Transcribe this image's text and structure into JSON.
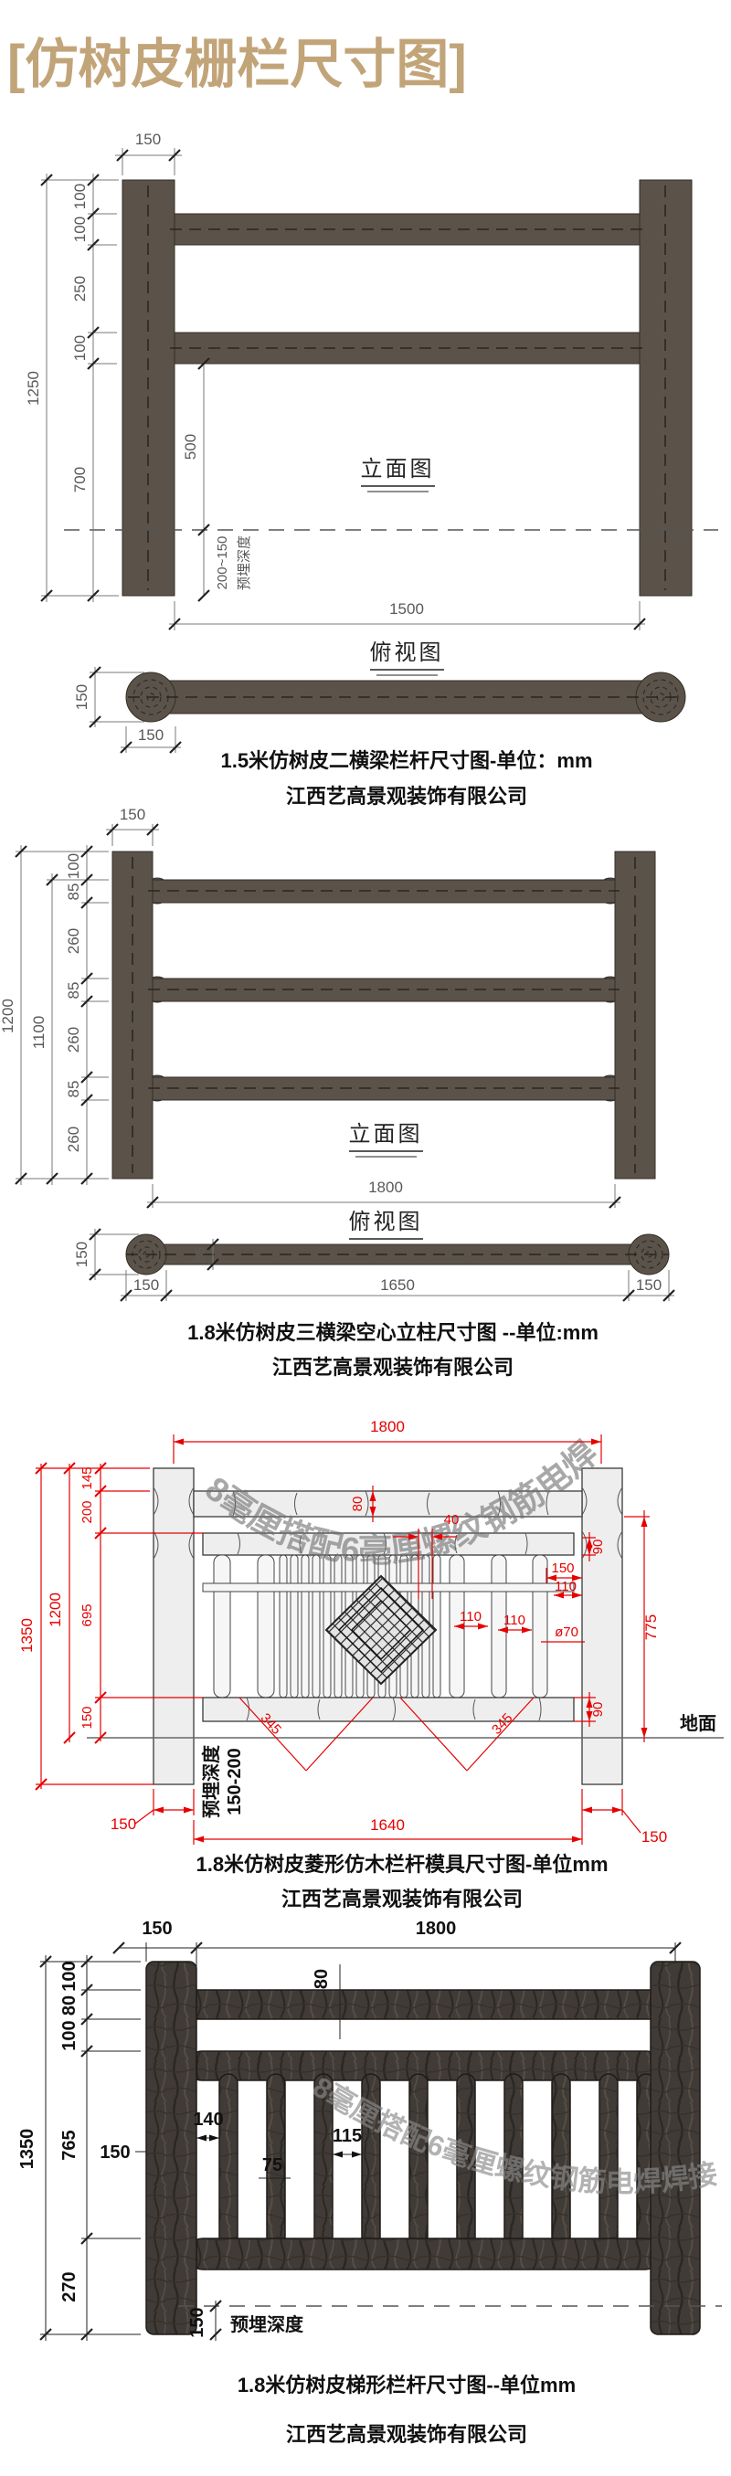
{
  "title": "[仿树皮栅栏尺寸图]",
  "company": "江西艺高景观装饰有限公司",
  "watermark": "8毫厘搭配6毫厘螺纹钢筋电焊焊接",
  "labels": {
    "elevation": "立面图",
    "plan": "俯视图",
    "ground": "地面",
    "embed": "预埋深度"
  },
  "d1": {
    "caption": "1.5米仿树皮二横梁栏杆尺寸图-单位：mm",
    "dims": {
      "post_w": "150",
      "total_h": "1250",
      "seg1": "100",
      "seg2": "100",
      "seg3": "250",
      "seg4": "100",
      "seg5": "700",
      "to_ground": "500",
      "embed_range": "200~150",
      "span": "1500",
      "plan_d": "150",
      "plan_w": "150"
    }
  },
  "d2": {
    "caption": "1.8米仿树皮三横梁空心立柱尺寸图 --单位:mm",
    "dims": {
      "post_w": "150",
      "total_h": "1200",
      "inner_h": "1100",
      "seg1": "100",
      "seg2": "85",
      "seg3": "260",
      "seg4": "85",
      "seg5": "260",
      "seg6": "85",
      "seg7": "260",
      "span": "1800",
      "plan_d": "150",
      "rail_w": "85",
      "end_l": "150",
      "mid": "1650",
      "end_r": "150"
    }
  },
  "d3": {
    "caption": "1.8米仿树皮菱形仿木栏杆模具尺寸图-单位mm",
    "dims": {
      "span_top": "1800",
      "seg1": "145",
      "seg2": "200",
      "seg3": "695",
      "seg4": "150",
      "total_h": "1350",
      "inner_h": "1200",
      "right_h": "775",
      "rail_h": "80",
      "gap40": "40",
      "r90_top": "90",
      "r90_bot": "90",
      "d150": "150",
      "d110a": "110",
      "d110b": "110",
      "d110c": "110",
      "dia70": "ø70",
      "brace_l": "345",
      "brace_r": "345",
      "bottom_l": "150",
      "span_bottom": "1640",
      "bottom_r": "150",
      "embed_range": "150-200"
    }
  },
  "d4": {
    "caption": "1.8米仿树皮梯形栏杆尺寸图--单位mm",
    "dims": {
      "post_w_top": "150",
      "span": "1800",
      "seg1": "100",
      "seg2": "80",
      "seg3": "100",
      "seg4": "765",
      "seg5": "270",
      "total_h": "1350",
      "post_w": "150",
      "rail_h": "80",
      "gap140": "140",
      "gap115": "115",
      "bar_w": "75",
      "embed_d": "150"
    }
  }
}
